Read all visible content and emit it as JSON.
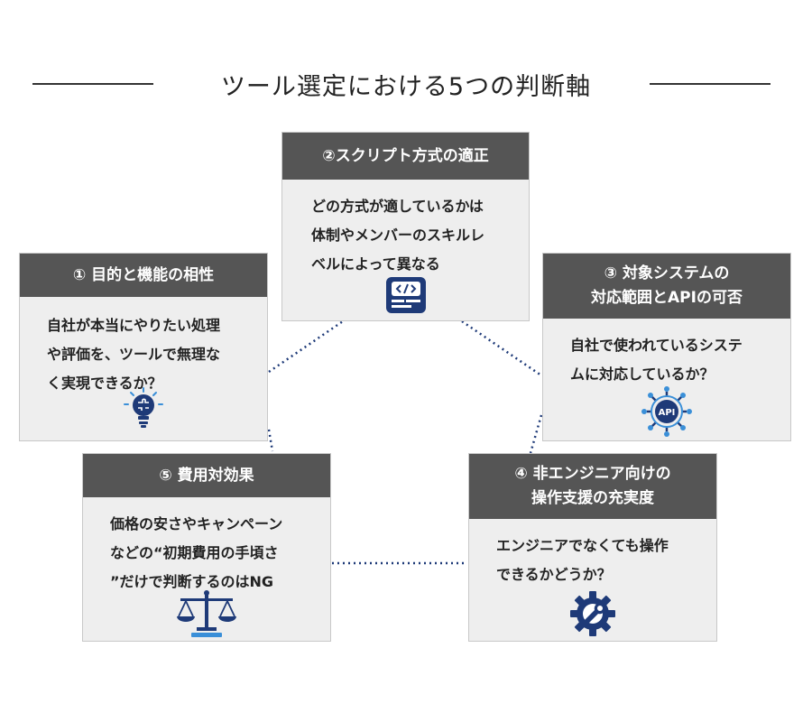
{
  "title": "ツール選定における5つの判断軸",
  "colors": {
    "header": "#555555",
    "card": "#eeeeee",
    "accent": "#1e3a78",
    "connector": "#1e3a78"
  },
  "cards": [
    {
      "number": "①",
      "title": "① 目的と機能の相性",
      "body": "自社が本当にやりたい処理\nや評価を、ツールで無理な\nく実現できるか？",
      "icon": "lightbulb-puzzle-icon"
    },
    {
      "number": "②",
      "title": "②スクリプト方式の適正",
      "body": "どの方式が適しているかは\n体制やメンバーのスキルレ\nベルによって異なる",
      "icon": "code-window-icon"
    },
    {
      "number": "③",
      "title": "③ 対象システムの\n対応範囲とAPIの可否",
      "body": "自社で使われているシステ\nムに対応しているか？",
      "icon": "api-network-icon",
      "icon_label": "API"
    },
    {
      "number": "④",
      "title": "④ 非エンジニア向けの\n操作支援の充実度",
      "body": "エンジニアでなくても操作\nできるかどうか？",
      "icon": "gear-wrench-icon"
    },
    {
      "number": "⑤",
      "title": "⑤ 費用対効果",
      "body": "価格の安さやキャンペーン\nなどの“初期費用の手頃さ\n”だけで判断するのはNG",
      "icon": "balance-scale-icon"
    }
  ]
}
